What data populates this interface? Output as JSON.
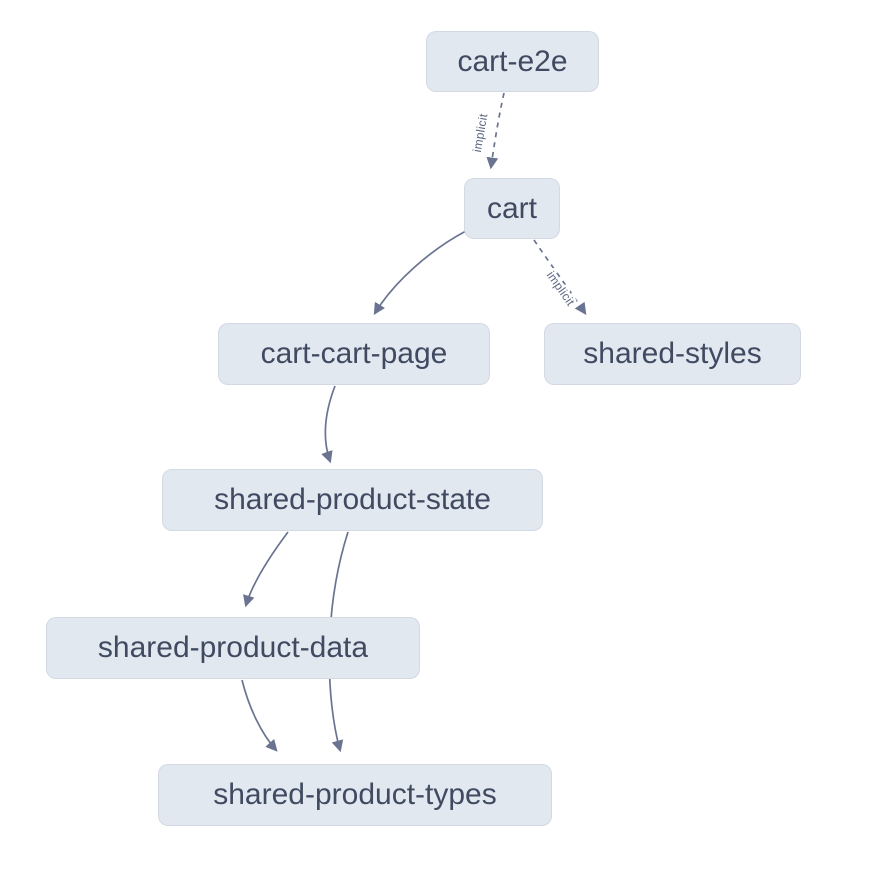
{
  "diagram": {
    "type": "dependency-graph",
    "colors": {
      "background": "#ffffff",
      "node_fill": "#e2e8f0",
      "node_text": "#404a61",
      "edge_stroke": "#6a7490",
      "edge_label": "#5c6780"
    },
    "nodes": [
      {
        "id": "cart-e2e",
        "label": "cart-e2e"
      },
      {
        "id": "cart",
        "label": "cart"
      },
      {
        "id": "cart-cart-page",
        "label": "cart-cart-page"
      },
      {
        "id": "shared-styles",
        "label": "shared-styles"
      },
      {
        "id": "shared-product-state",
        "label": "shared-product-state"
      },
      {
        "id": "shared-product-data",
        "label": "shared-product-data"
      },
      {
        "id": "shared-product-types",
        "label": "shared-product-types"
      }
    ],
    "edges": [
      {
        "from": "cart-e2e",
        "to": "cart",
        "label": "implicit",
        "style": "dashed"
      },
      {
        "from": "cart",
        "to": "cart-cart-page",
        "label": "",
        "style": "solid"
      },
      {
        "from": "cart",
        "to": "shared-styles",
        "label": "implicit",
        "style": "dashed"
      },
      {
        "from": "cart-cart-page",
        "to": "shared-product-state",
        "label": "",
        "style": "solid"
      },
      {
        "from": "shared-product-state",
        "to": "shared-product-data",
        "label": "",
        "style": "solid"
      },
      {
        "from": "shared-product-state",
        "to": "shared-product-types",
        "label": "",
        "style": "solid"
      },
      {
        "from": "shared-product-data",
        "to": "shared-product-types",
        "label": "",
        "style": "solid"
      }
    ]
  }
}
